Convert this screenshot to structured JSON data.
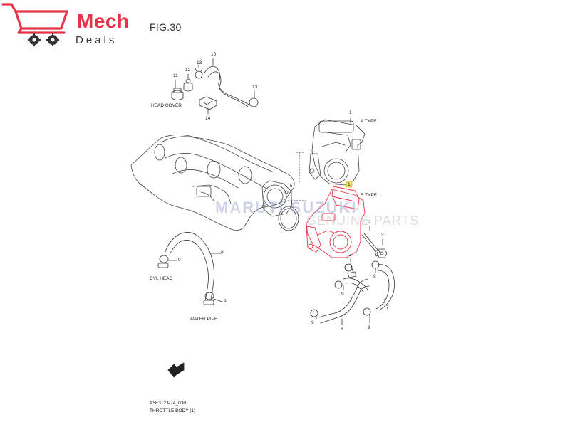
{
  "figure": {
    "title": "FIG.30",
    "footer_code": "A5E312 P74_030",
    "footer_caption": "THROTTLE BODY (1)"
  },
  "labels": {
    "head_cover": "HEAD COVER",
    "a_type": "A TYPE",
    "b_type": "B TYPE",
    "cyl_head": "CYL HEAD",
    "water_pipe": "WATER PIPE"
  },
  "part_numbers": {
    "p1a": "1",
    "p1b": "1",
    "p2": "2",
    "p3": "3",
    "p4": "4",
    "p5": "5",
    "p6": "6",
    "p7": "7",
    "p8": "8",
    "p9a": "9",
    "p9b": "9",
    "p9c": "9",
    "p9d": "9",
    "p9e": "9",
    "p9f": "9",
    "p10": "10",
    "p11": "11",
    "p12": "12",
    "p13a": "13",
    "p13b": "13",
    "p14": "14"
  },
  "watermark": {
    "main": "MARUTI SUZUKI",
    "sub": "GENUINE PARTS"
  },
  "brand": {
    "name_top": "Mech",
    "name_bottom": "Deals",
    "accent_color": "#e8334a",
    "highlight_color": "#e8334a"
  }
}
